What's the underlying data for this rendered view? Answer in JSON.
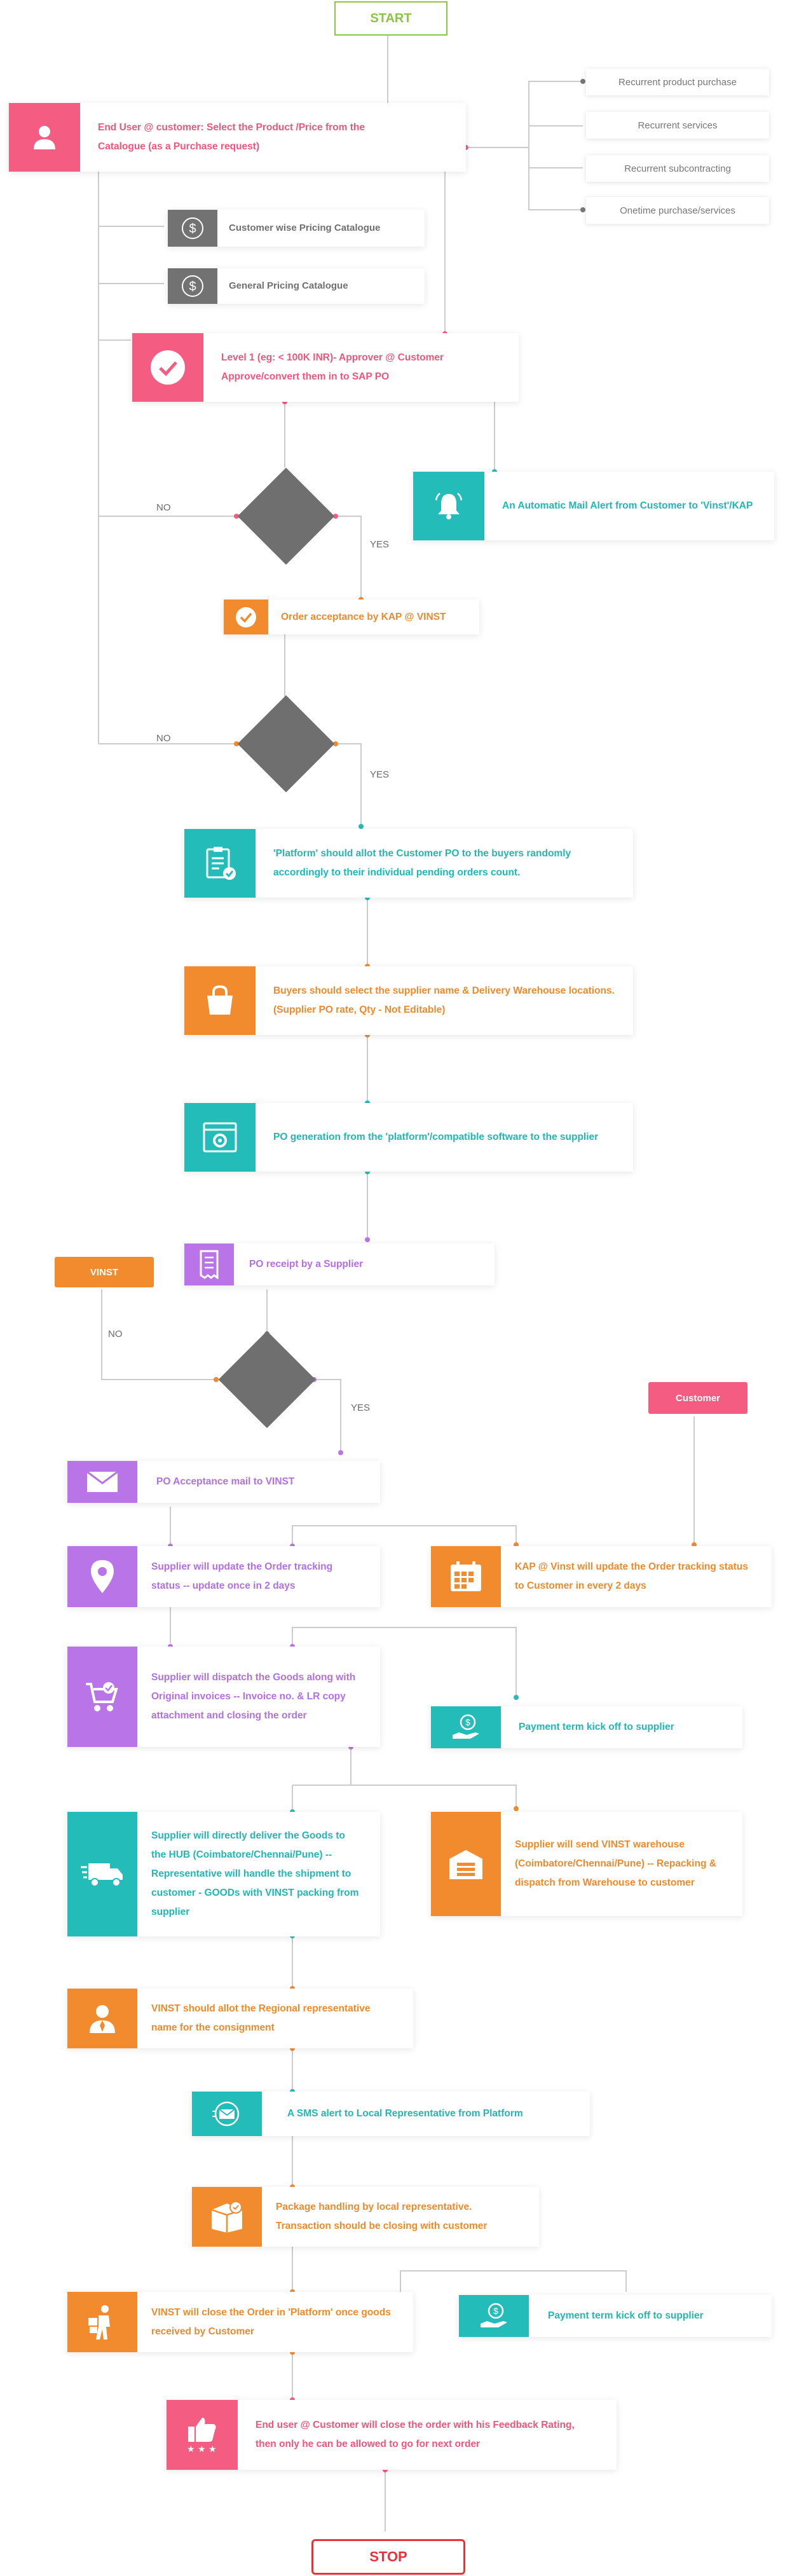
{
  "start": "START",
  "stop": "STOP",
  "colors": {
    "pink": "#f45c82",
    "teal": "#24bcb8",
    "orange": "#f18b2e",
    "purple": "#b974e8",
    "gray": "#727272",
    "green": "#8cc63f",
    "red": "#e8323c"
  },
  "steps": {
    "end_user": "End User @ customer: Select the Product /Price from the Catalogue (as a Purchase request)",
    "customer_pricing": "Customer wise Pricing Catalogue",
    "general_pricing": "General Pricing Catalogue",
    "approver": "Level 1 (eg: < 100K INR)- Approver @ Customer Approve/convert them in to SAP PO",
    "mail_alert": "An Automatic Mail Alert from Customer to 'Vinst'/KAP",
    "order_acceptance": "Order acceptance by KAP @ VINST",
    "platform_allot": "'Platform' should allot the Customer PO to the buyers randomly accordingly to their individual pending orders count.",
    "buyers_select": "Buyers should select the supplier name & Delivery Warehouse locations.(Supplier PO rate, Qty - Not Editable)",
    "po_generation": "PO generation from the 'platform'/compatible software to the supplier",
    "po_receipt": "PO receipt by a Supplier",
    "po_acceptance_mail": "PO Acceptance mail to VINST",
    "supplier_update": "Supplier will update the Order tracking status -- update once in 2 days",
    "kap_update": "KAP @ Vinst will update the Order tracking status to Customer in every 2 days",
    "supplier_dispatch": "Supplier will dispatch the Goods along with Original invoices -- Invoice no. & LR copy attachment and closing the order",
    "payment_kickoff_1": "Payment term kick off to supplier",
    "direct_delivery": "Supplier will directly deliver the Goods to the HUB (Coimbatore/Chennai/Pune) -- Representative will handle the shipment to customer - GOODs with VINST packing from supplier",
    "vinst_warehouse": "Supplier will send VINST warehouse (Coimbatore/Chennai/Pune) -- Repacking & dispatch from Warehouse to customer",
    "allot_regional": "VINST should allot the Regional representative name for the consignment",
    "sms_alert": "A SMS alert to Local Representative from Platform",
    "package_handling": "Package handling by local representative. Transaction should be closing with customer",
    "close_order": "VINST will close the Order in 'Platform' once goods received by Customer",
    "payment_kickoff_2": "Payment term kick off to supplier",
    "feedback": "End user @ Customer will close the order with his Feedback Rating, then only he can be allowed to go for next order"
  },
  "purchase_types": [
    "Recurrent product purchase",
    "Recurrent services",
    "Recurrent subcontracting",
    "Onetime purchase/services"
  ],
  "tags": {
    "vinst": "VINST",
    "customer": "Customer"
  },
  "decisions": {
    "yes": "YES",
    "no": "NO"
  },
  "icons": {
    "end_user": "user-icon",
    "pricing": "dollar-icon",
    "approver": "check-icon",
    "mail_alert": "bell-icon",
    "order_acceptance": "check-icon",
    "platform_allot": "clipboard-icon",
    "buyers_select": "shopping-bag-icon",
    "po_generation": "browser-gear-icon",
    "po_receipt": "receipt-icon",
    "po_acceptance_mail": "envelope-icon",
    "supplier_update": "location-pin-icon",
    "kap_update": "calendar-icon",
    "supplier_dispatch": "cart-icon",
    "payment": "hand-dollar-icon",
    "direct_delivery": "truck-icon",
    "vinst_warehouse": "warehouse-icon",
    "allot_regional": "representative-icon",
    "sms_alert": "sms-icon",
    "package_handling": "package-icon",
    "close_order": "delivery-person-icon",
    "feedback": "thumbs-up-rating-icon"
  }
}
